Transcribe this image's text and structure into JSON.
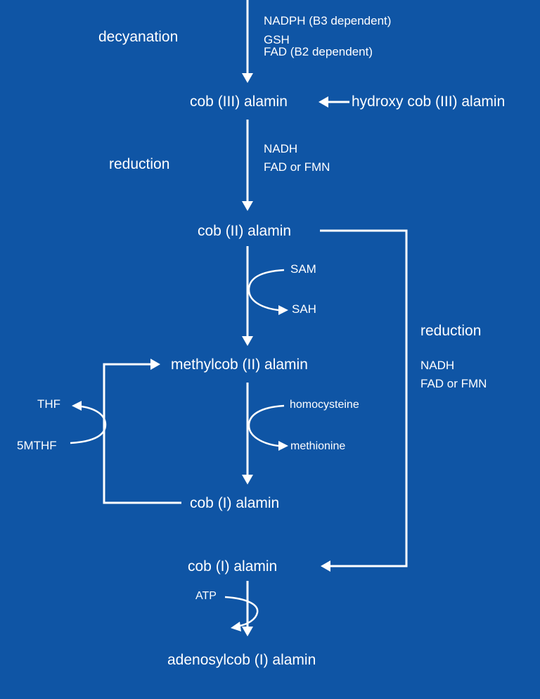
{
  "colors": {
    "background": "#0F55A5",
    "foreground": "#FFFFFF"
  },
  "diagram": {
    "steps": {
      "decyanation": "decyanation",
      "reduction_left": "reduction",
      "reduction_right": "reduction"
    },
    "cofactors": {
      "top": [
        "NADPH (B3 dependent)",
        "GSH",
        "FAD (B2 dependent)"
      ],
      "left_reduction": [
        "NADH",
        "FAD or FMN"
      ],
      "right_reduction": [
        "NADH",
        "FAD or FMN"
      ],
      "sam": "SAM",
      "sah": "SAH",
      "thf": "THF",
      "mthf": "5MTHF",
      "homocysteine": "homocysteine",
      "methionine": "methionine",
      "atp": "ATP"
    },
    "nodes": {
      "cob3": "cob (III) alamin",
      "hydroxycob3": "hydroxy cob (III) alamin",
      "cob2": "cob (II) alamin",
      "methylcob2": "methylcob (II) alamin",
      "cob1_first": "cob (I) alamin",
      "cob1_second": "cob (I) alamin",
      "adenosylcob1": "adenosylcob (I) alamin"
    }
  }
}
